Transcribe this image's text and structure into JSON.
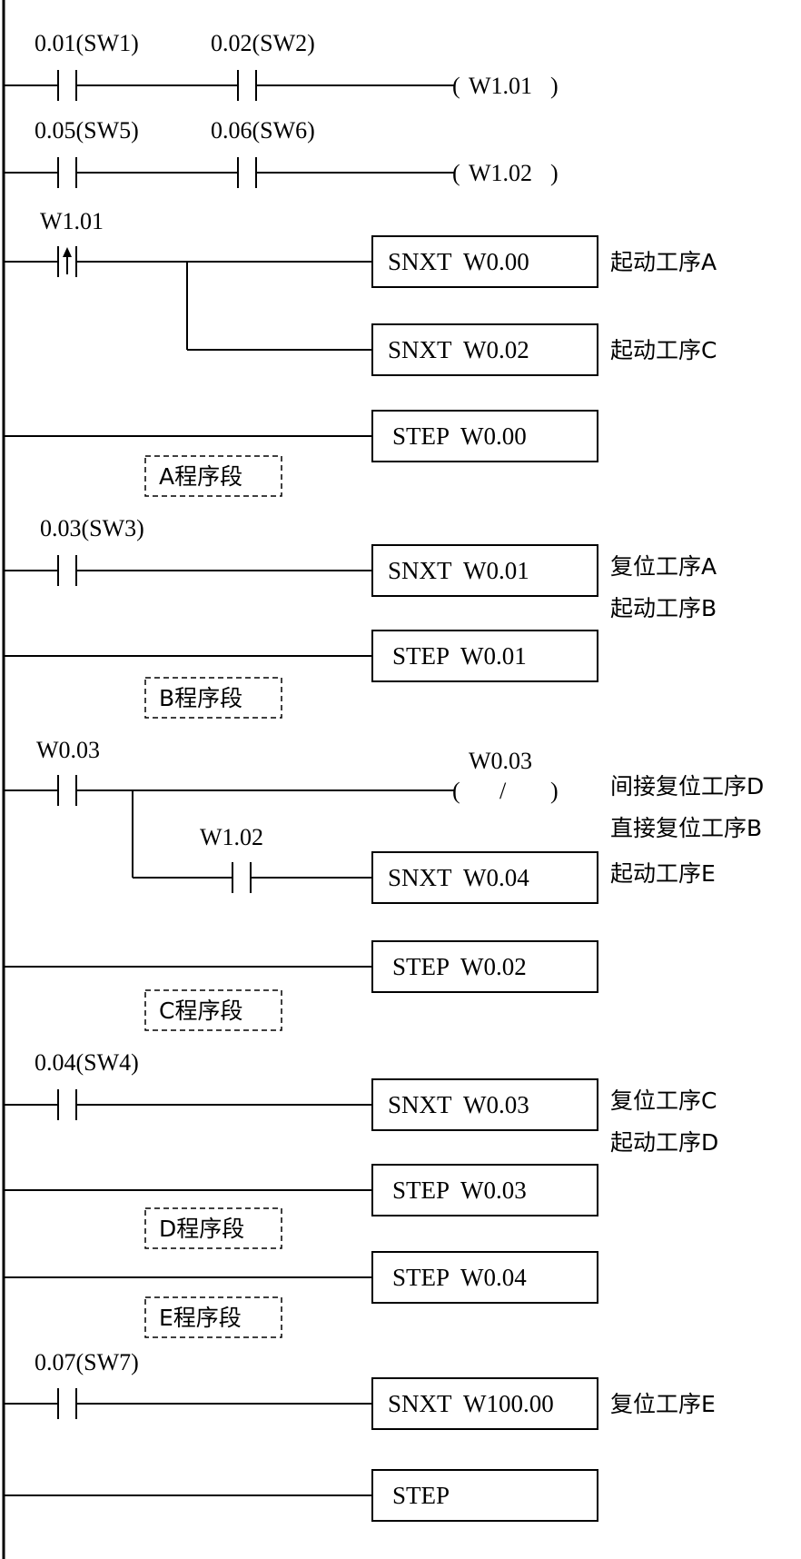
{
  "rungs": {
    "r1": {
      "c1_label": "0.01(SW1)",
      "c2_label": "0.02(SW2)",
      "coil": "W1.01"
    },
    "r2": {
      "c1_label": "0.05(SW5)",
      "c2_label": "0.06(SW6)",
      "coil": "W1.02"
    },
    "r3": {
      "c1_label": "W1.01",
      "box1": "SNXT  W0.00",
      "cmt1": "起动工序A",
      "box2": "SNXT  W0.02",
      "cmt2": "起动工序C"
    },
    "r4": {
      "box": "STEP  W0.00"
    },
    "secA": "A程序段",
    "r5": {
      "c1_label": "0.03(SW3)",
      "box": "SNXT  W0.01",
      "cmt1": "复位工序A",
      "cmt2": "起动工序B"
    },
    "r6": {
      "box": "STEP  W0.01"
    },
    "secB": "B程序段",
    "r7": {
      "c1_label": "W0.03",
      "coil_label": "W0.03",
      "coil_slash": "/",
      "cmt1": "间接复位工序D",
      "cmt2": "直接复位工序B",
      "c2_label": "W1.02",
      "box": "SNXT  W0.04",
      "cmt3": "起动工序E"
    },
    "r8": {
      "box": "STEP  W0.02"
    },
    "secC": "C程序段",
    "r9": {
      "c1_label": "0.04(SW4)",
      "box": "SNXT  W0.03",
      "cmt1": "复位工序C",
      "cmt2": "起动工序D"
    },
    "r10": {
      "box": "STEP  W0.03"
    },
    "secD": "D程序段",
    "r11": {
      "box": "STEP  W0.04"
    },
    "secE": "E程序段",
    "r12": {
      "c1_label": "0.07(SW7)",
      "box": "SNXT  W100.00",
      "cmt1": "复位工序E"
    },
    "r13": {
      "box": "STEP"
    }
  }
}
